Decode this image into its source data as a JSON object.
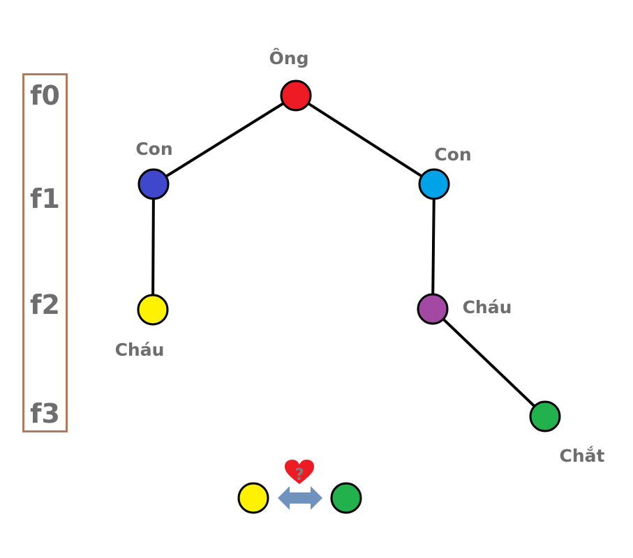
{
  "generations": [
    "f0",
    "f1",
    "f2",
    "f3"
  ],
  "nodes": {
    "ong": {
      "label": "Ông",
      "color": "#ed1c24"
    },
    "con_left": {
      "label": "Con",
      "color": "#3f48cc"
    },
    "con_right": {
      "label": "Con",
      "color": "#00a2e8"
    },
    "chau_left": {
      "label": "Cháu",
      "color": "#fff200"
    },
    "chau_right": {
      "label": "Cháu",
      "color": "#a349a4"
    },
    "chat": {
      "label": "Chắt",
      "color": "#22b14c"
    }
  },
  "relation": {
    "question_mark": "?",
    "heart_color": "#ed1c24",
    "arrow_color": "#7092be",
    "left_color": "#fff200",
    "right_color": "#22b14c"
  }
}
